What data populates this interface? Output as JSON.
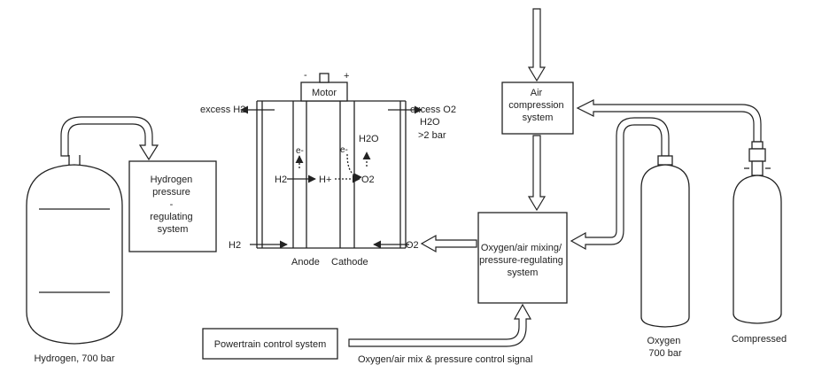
{
  "hydrogen_tank": {
    "label": "Hydrogen, 700 bar"
  },
  "hydrogen_system": {
    "lines": [
      "Hydrogen",
      "pressure",
      "-",
      "regulating",
      "system"
    ]
  },
  "fuel_cell": {
    "motor": "Motor",
    "minus": "-",
    "plus": "+",
    "excess_h2": "excess H2",
    "excess_o2": "excess O2",
    "h2o_out": "H2O",
    "pressure_note": ">2 bar",
    "h2_in": "H2",
    "h2_inner": "H2",
    "h_plus": "H+",
    "o2_inner": "O2",
    "e_left": "e-",
    "e_right": "e-",
    "h2o_inner": "H2O",
    "anode": "Anode",
    "cathode": "Cathode"
  },
  "o2_feed": {
    "label": "O2"
  },
  "air_compression": {
    "lines": [
      "Air",
      "compression",
      "system"
    ]
  },
  "mixing_system": {
    "lines": [
      "Oxygen/air mixing/",
      "pressure-regulating",
      "system"
    ]
  },
  "oxygen_tank": {
    "lines": [
      "Oxygen",
      "700 bar"
    ]
  },
  "compressed_tank": {
    "label": "Compressed"
  },
  "powertrain": {
    "label": "Powertrain control system"
  },
  "control_signal": {
    "label": "Oxygen/air mix & pressure control signal"
  }
}
